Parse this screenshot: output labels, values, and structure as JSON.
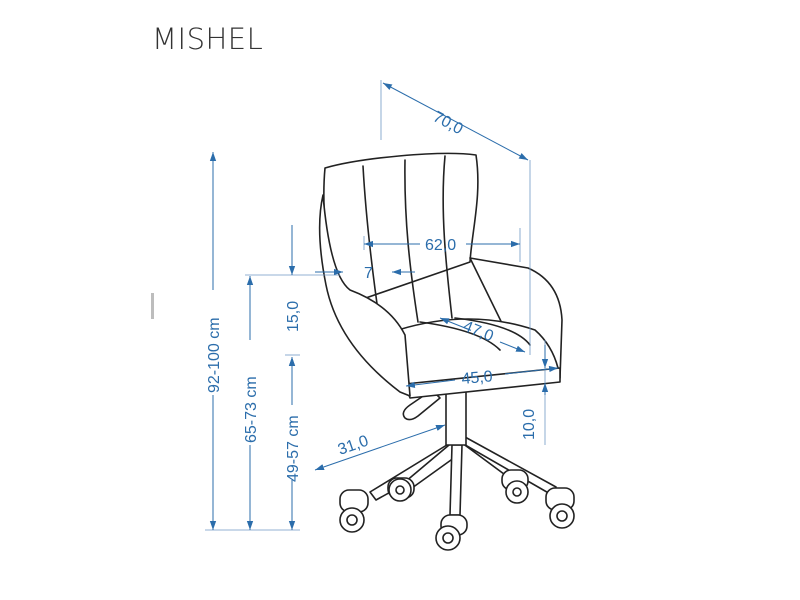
{
  "product_name": "MISHEL",
  "colors": {
    "dimension": "#2b6dab",
    "outline": "#222222"
  },
  "dimensions": {
    "depth_total": "70,0",
    "width_total": "62,0",
    "arm_width": "7",
    "seat_depth": "47,0",
    "seat_width": "45,0",
    "seat_thickness": "10,0",
    "armrest_height": "15,0",
    "base_radius": "31,0",
    "total_height": "92-100 cm",
    "armrest_floor_height": "65-73 cm",
    "seat_height": "49-57 cm"
  }
}
